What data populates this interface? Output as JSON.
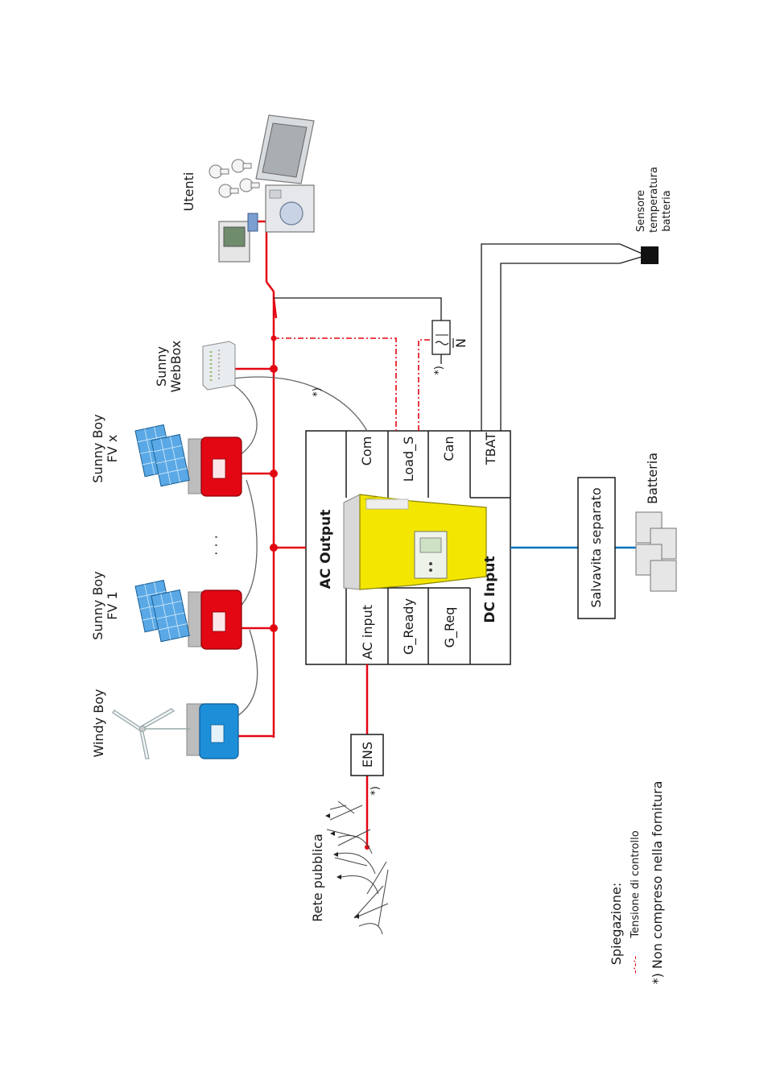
{
  "labels": {
    "windy_boy": "Windy Boy",
    "sunny_boy_1_line1": "Sunny Boy",
    "sunny_boy_1_line2": "FV 1",
    "sunny_boy_x_line1": "Sunny Boy",
    "sunny_boy_x_line2": "FV x",
    "ellipsis": "· · ·",
    "webbox_line1": "Sunny",
    "webbox_line2": "WebBox",
    "utenti": "Utenti",
    "sensor_line1": "Sensore",
    "sensor_line2": "temperatura",
    "sensor_line3": "batteria",
    "rete_pubblica": "Rete pubblica",
    "ens": "ENS",
    "star_note": "*)",
    "neutral": "N",
    "salvavita": "Salvavita separato",
    "batteria": "Batteria"
  },
  "terminal_block": {
    "ac_output": "AC Output",
    "dc_input": "DC Input",
    "left_column": [
      "AC input",
      "G_Ready",
      "G_Req"
    ],
    "right_column": [
      "Com",
      "Load_S",
      "Can",
      "TBAT"
    ]
  },
  "legend": {
    "title": "Spiegazione:",
    "dash_symbol": "-·-·-",
    "control_voltage": "Tensione di controllo",
    "not_supplied": "*) Non compreso nella fornitura"
  },
  "colors": {
    "power_line": "#e30613",
    "dc_line": "#0072bc",
    "inverter_body": "#f3e600",
    "sunny_boy_body": "#e30613",
    "windy_boy_body": "#1d8fd8",
    "pv_panel": "#5aa9e6"
  }
}
